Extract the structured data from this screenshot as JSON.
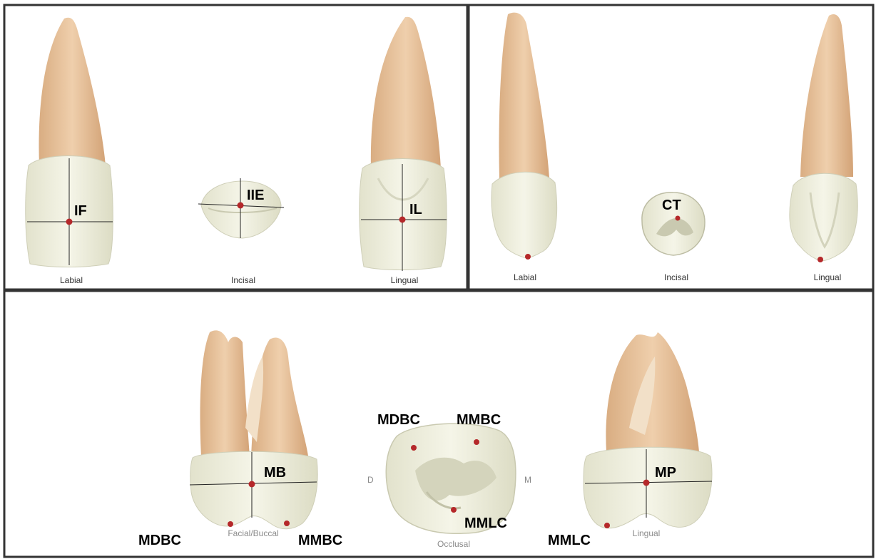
{
  "colors": {
    "frame": "#333333",
    "root": "#e3bd97",
    "crown": "#ecebd8",
    "dot": "#b5282a"
  },
  "panels": {
    "incisor": {
      "views": {
        "labial": "Labial",
        "incisal": "Incisal",
        "lingual": "Lingual"
      },
      "points": {
        "labial": "IF",
        "incisal": "IIE",
        "lingual": "IL"
      }
    },
    "canine": {
      "views": {
        "labial": "Labial",
        "incisal": "Incisal",
        "lingual": "Lingual"
      },
      "points": {
        "incisal": "CT"
      }
    },
    "molar": {
      "views": {
        "buccal": "Facial/Buccal",
        "occlusal": "Occlusal",
        "lingual": "Lingual"
      },
      "orientation": {
        "distal": "D",
        "mesial": "M"
      },
      "points": {
        "buccal_center": "MB",
        "buccal_distal": "MDBC",
        "buccal_mesial": "MMBC",
        "occlusal_distal": "MDBC",
        "occlusal_mesial": "MMBC",
        "occlusal_lingual": "MMLC",
        "lingual_center": "MP",
        "lingual_cusp": "MMLC"
      }
    }
  }
}
